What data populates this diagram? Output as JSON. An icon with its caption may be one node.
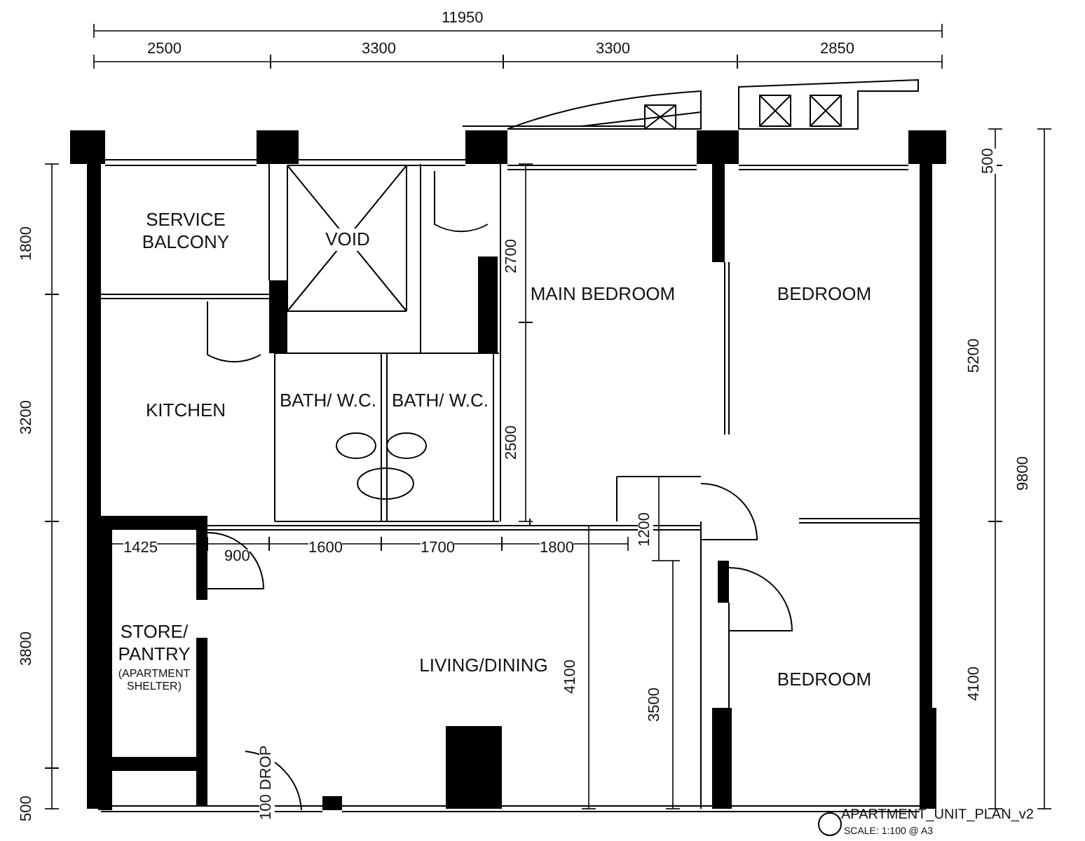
{
  "diagram": {
    "title": "APARTMENT_UNIT_PLAN_v2",
    "nodes": [
      {
        "text": [
          "SERVICE BALCONY"
        ]
      },
      {
        "text": [
          "VOID"
        ]
      },
      {
        "text": [
          "KITCHEN"
        ]
      },
      {
        "text": [
          "BATH/ W.C."
        ]
      },
      {
        "text": [
          "BATH/ W.C."
        ]
      },
      {
        "text": [
          "MAIN BEDROOM"
        ]
      },
      {
        "text": [
          "BEDROOM"
        ]
      },
      {
        "text": [
          "STORE/ PANTRY",
          "(APARTMENT SHELTER)"
        ]
      },
      {
        "text": [
          "LIVING/DINING"
        ]
      },
      {
        "text": [
          "BEDROOM"
        ]
      }
    ],
    "edges": [],
    "labels": [
      "11950",
      "2500",
      "3300",
      "3300",
      "2850",
      "500",
      "1800",
      "2700",
      "5200",
      "9800",
      "3200",
      "2500",
      "1200",
      "1425",
      "900",
      "1600",
      "1700",
      "1800",
      "3800",
      "4100",
      "3500",
      "4100",
      "500",
      "100 DROP",
      "SCALE: 1:100 @ A3"
    ]
  }
}
